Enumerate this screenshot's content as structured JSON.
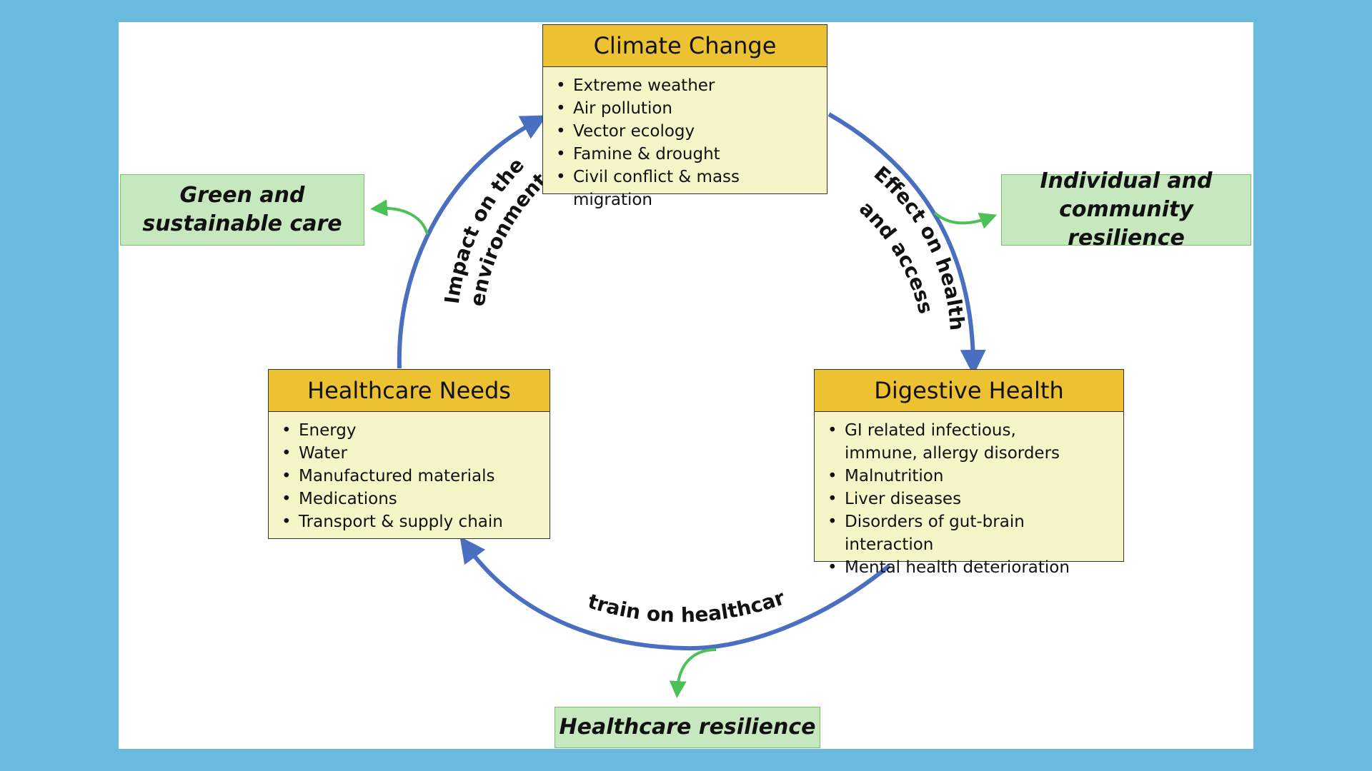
{
  "colors": {
    "frame": "#6bbbe0",
    "header": "#ecc232",
    "box_body": "#f5f5c8",
    "green_box": "#c7e8bf",
    "blue_arrow": "#4a6fc0",
    "green_arrow": "#4cc256"
  },
  "climate": {
    "title": "Climate Change",
    "items": [
      "Extreme weather",
      "Air pollution",
      "Vector ecology",
      "Famine & drought",
      "Civil conflict & mass migration"
    ]
  },
  "healthcare_needs": {
    "title": "Healthcare Needs",
    "items": [
      "Energy",
      "Water",
      "Manufactured materials",
      "Medications",
      "Transport & supply chain"
    ]
  },
  "digestive": {
    "title": "Digestive Health",
    "items": [
      "GI related infectious,\nimmune, allergy disorders",
      "Malnutrition",
      "Liver diseases",
      "Disorders of gut-brain interaction",
      "Mental health deterioration"
    ]
  },
  "green_boxes": {
    "green_care": "Green and\nsustainable care",
    "individual": "Individual and\ncommunity resilience",
    "healthcare_resilience": "Healthcare resilience"
  },
  "arc_labels": {
    "impact_line1": "Impact on the",
    "impact_line2": "environment",
    "effect_line1": "Effect on health",
    "effect_line2": "and access",
    "strain": "Strain on healthcare"
  }
}
